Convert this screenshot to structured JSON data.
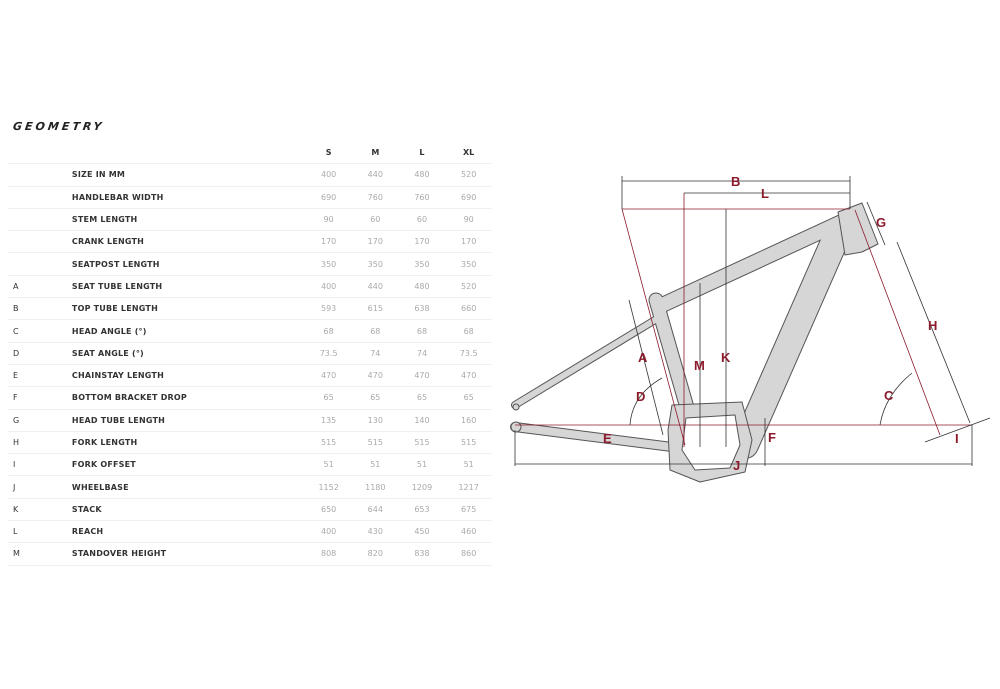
{
  "title": "GEOMETRY",
  "sizes": [
    "S",
    "M",
    "L",
    "XL"
  ],
  "rows": [
    {
      "letter": "",
      "label": "SIZE IN MM",
      "values": [
        "400",
        "440",
        "480",
        "520"
      ]
    },
    {
      "letter": "",
      "label": "HANDLEBAR WIDTH",
      "values": [
        "690",
        "760",
        "760",
        "690"
      ]
    },
    {
      "letter": "",
      "label": "STEM LENGTH",
      "values": [
        "90",
        "60",
        "60",
        "90"
      ]
    },
    {
      "letter": "",
      "label": "CRANK LENGTH",
      "values": [
        "170",
        "170",
        "170",
        "170"
      ]
    },
    {
      "letter": "",
      "label": "SEATPOST LENGTH",
      "values": [
        "350",
        "350",
        "350",
        "350"
      ]
    },
    {
      "letter": "A",
      "label": "SEAT TUBE LENGTH",
      "values": [
        "400",
        "440",
        "480",
        "520"
      ]
    },
    {
      "letter": "B",
      "label": "TOP TUBE LENGTH",
      "values": [
        "593",
        "615",
        "638",
        "660"
      ]
    },
    {
      "letter": "C",
      "label": "HEAD ANGLE (°)",
      "values": [
        "68",
        "68",
        "68",
        "68"
      ]
    },
    {
      "letter": "D",
      "label": "SEAT ANGLE (°)",
      "values": [
        "73.5",
        "74",
        "74",
        "73.5"
      ]
    },
    {
      "letter": "E",
      "label": "CHAINSTAY LENGTH",
      "values": [
        "470",
        "470",
        "470",
        "470"
      ]
    },
    {
      "letter": "F",
      "label": "BOTTOM BRACKET DROP",
      "values": [
        "65",
        "65",
        "65",
        "65"
      ]
    },
    {
      "letter": "G",
      "label": "HEAD TUBE LENGTH",
      "values": [
        "135",
        "130",
        "140",
        "160"
      ]
    },
    {
      "letter": "H",
      "label": "FORK LENGTH",
      "values": [
        "515",
        "515",
        "515",
        "515"
      ]
    },
    {
      "letter": "I",
      "label": "FORK OFFSET",
      "values": [
        "51",
        "51",
        "51",
        "51"
      ]
    },
    {
      "letter": "J",
      "label": "WHEELBASE",
      "values": [
        "1152",
        "1180",
        "1209",
        "1217"
      ]
    },
    {
      "letter": "K",
      "label": "STACK",
      "values": [
        "650",
        "644",
        "653",
        "675"
      ]
    },
    {
      "letter": "L",
      "label": "REACH",
      "values": [
        "400",
        "430",
        "450",
        "460"
      ]
    },
    {
      "letter": "M",
      "label": "STANDOVER HEIGHT",
      "values": [
        "808",
        "820",
        "838",
        "860"
      ]
    }
  ],
  "colors": {
    "accent": "#8b1a2b",
    "frame": "#d6d6d6"
  }
}
